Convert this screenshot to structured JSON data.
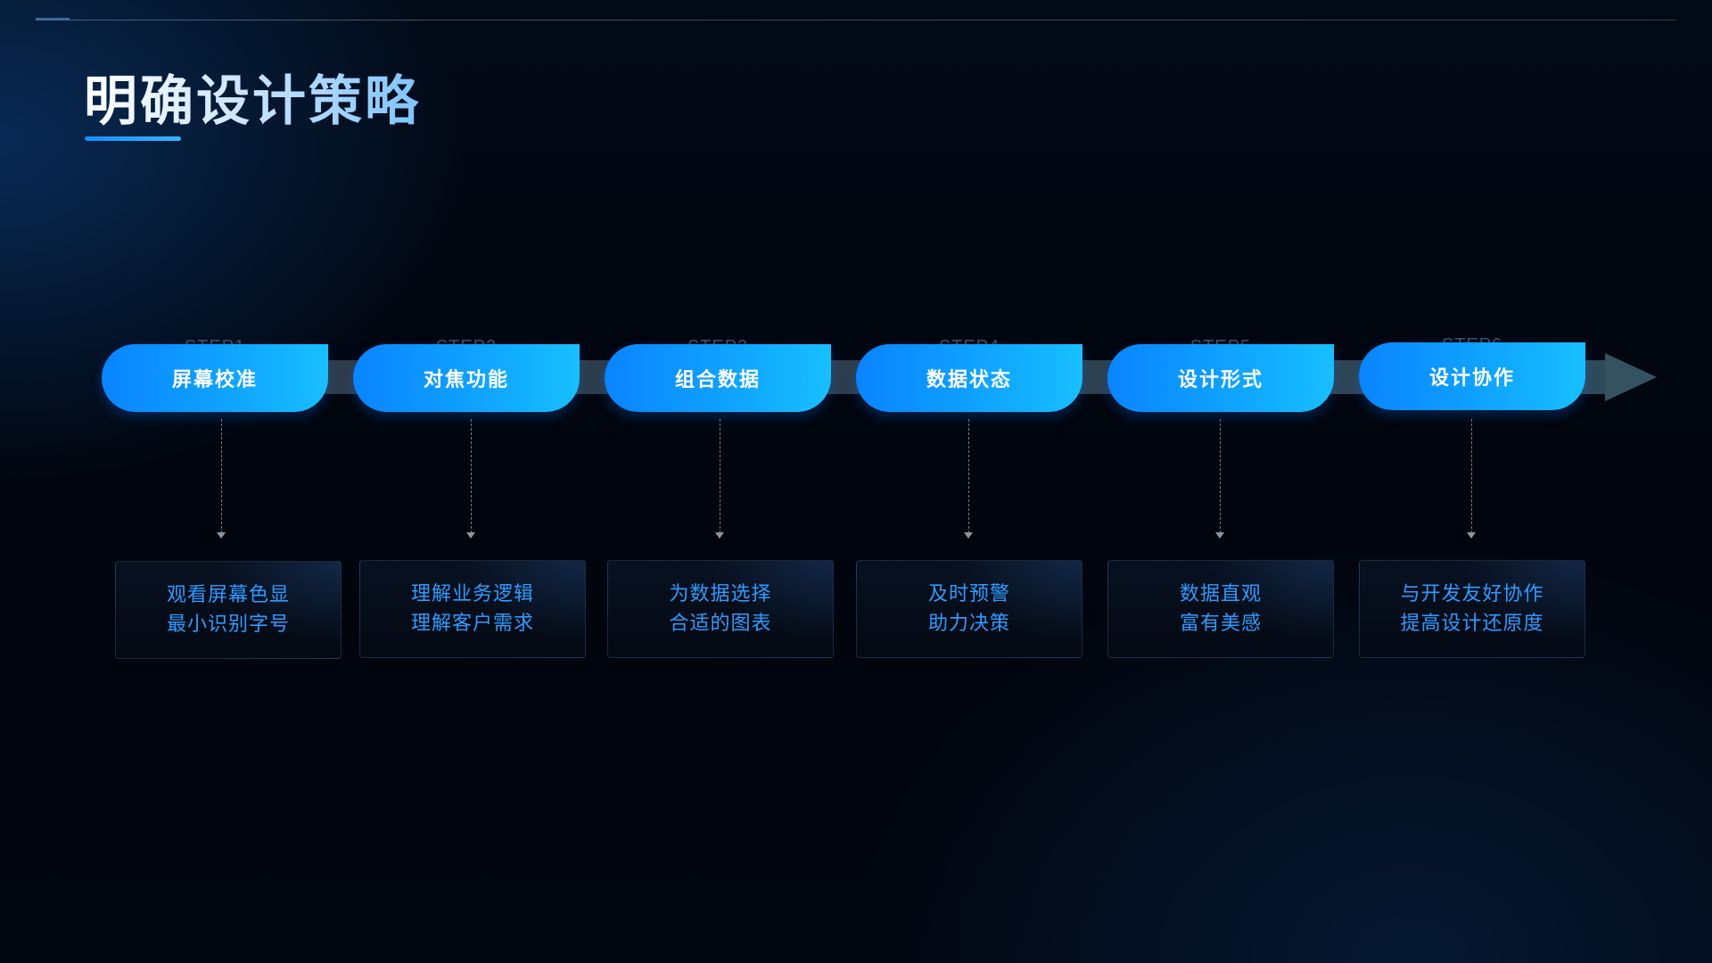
{
  "title": "明确设计策略",
  "steps": [
    {
      "label": "STEP1",
      "name": "屏幕校准",
      "desc": [
        "观看屏幕色显",
        "最小识别字号"
      ]
    },
    {
      "label": "STEP2",
      "name": "对焦功能",
      "desc": [
        "理解业务逻辑",
        "理解客户需求"
      ]
    },
    {
      "label": "STEP3",
      "name": "组合数据",
      "desc": [
        "为数据选择",
        "合适的图表"
      ]
    },
    {
      "label": "STEP4",
      "name": "数据状态",
      "desc": [
        "及时预警",
        "助力决策"
      ]
    },
    {
      "label": "STEP5",
      "name": "设计形式",
      "desc": [
        "数据直观",
        "富有美感"
      ]
    },
    {
      "label": "STEP6",
      "name": "设计协作",
      "desc": [
        "与开发友好协作",
        "提高设计还原度"
      ]
    }
  ],
  "colors": {
    "accent": "#0a84ff",
    "accent_light": "#18bfff",
    "desc_text": "#2e9bff",
    "background": "#01060f"
  }
}
